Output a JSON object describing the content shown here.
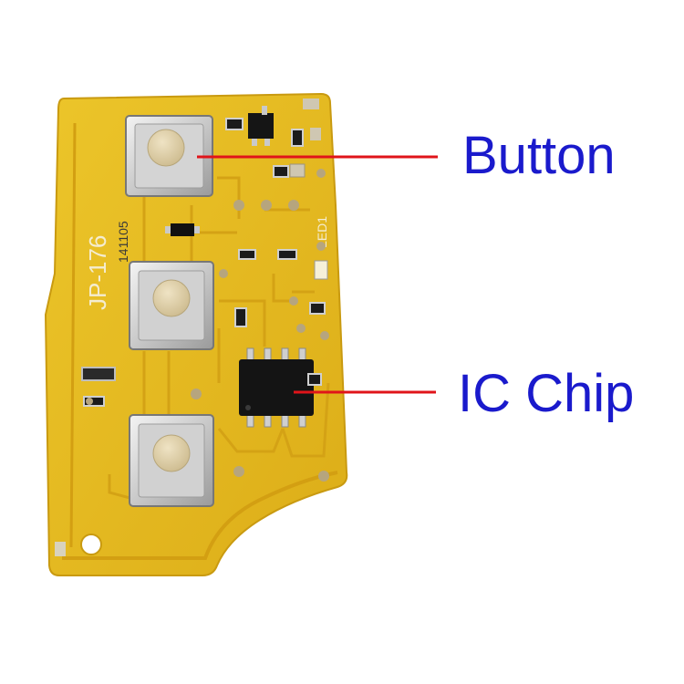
{
  "callouts": {
    "button_label": "Button",
    "ic_chip_label": "IC Chip",
    "label_color": "#1a1acc",
    "line_color": "#e0141a"
  },
  "pcb": {
    "board_color": "#e6bb1e",
    "trace_color": "#d9a81a",
    "silkscreen_color": "#f4ecd0",
    "model_text": "JP-176",
    "date_code": "141105",
    "led_designator": "LED1",
    "button_count": 3
  }
}
